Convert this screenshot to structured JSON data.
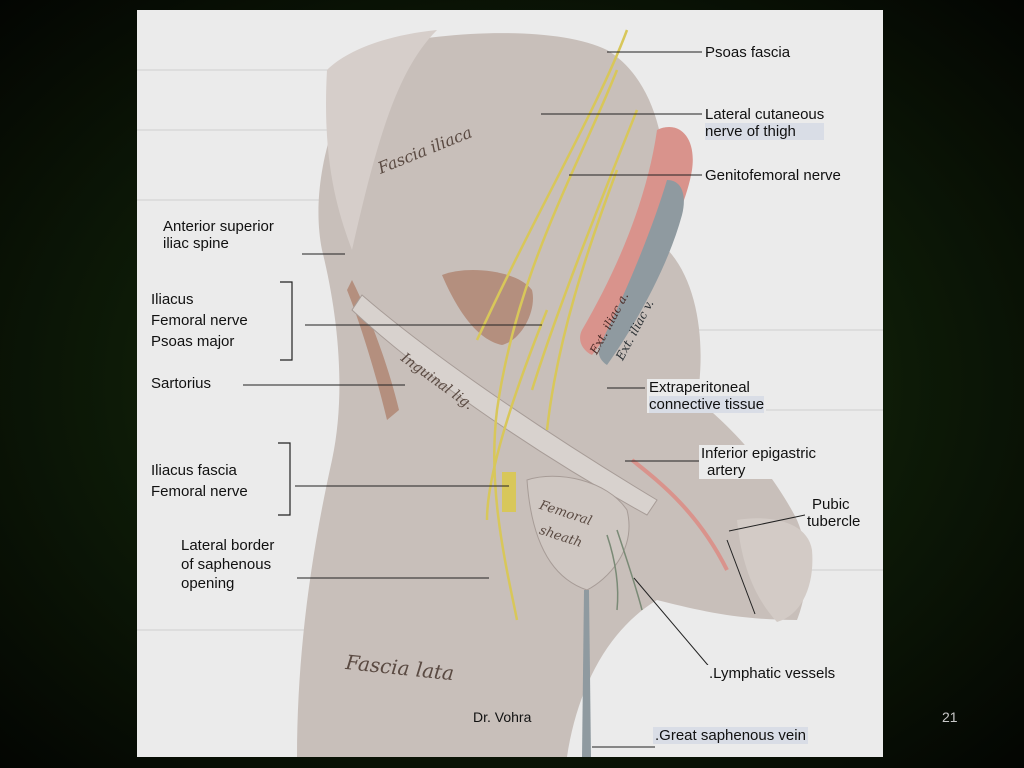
{
  "figure": {
    "labels_right": [
      {
        "id": "psoas-fascia",
        "lines": [
          "Psoas fascia"
        ]
      },
      {
        "id": "lateral-cutaneous-nerve",
        "lines": [
          "Lateral cutaneous",
          "nerve of thigh"
        ]
      },
      {
        "id": "genitofemoral-nerve",
        "lines": [
          "Genitofemoral nerve"
        ]
      },
      {
        "id": "extraperitoneal",
        "lines": [
          "Extraperitoneal",
          "connective tissue"
        ]
      },
      {
        "id": "inferior-epigastric",
        "lines": [
          "Inferior epigastric",
          "artery"
        ]
      },
      {
        "id": "pubic-tubercle",
        "lines": [
          "Pubic",
          "tubercle"
        ]
      },
      {
        "id": "lymphatic-vessels",
        "lines": [
          ".Lymphatic vessels"
        ]
      },
      {
        "id": "great-saphenous-vein",
        "lines": [
          ".Great saphenous vein"
        ]
      }
    ],
    "labels_left": [
      {
        "id": "asis",
        "lines": [
          "Anterior superior",
          "iliac spine"
        ]
      },
      {
        "id": "iliacus-group",
        "lines": [
          "Iliacus",
          "Femoral nerve",
          "Psoas major"
        ]
      },
      {
        "id": "sartorius",
        "lines": [
          "Sartorius"
        ]
      },
      {
        "id": "iliacus-fascia-group",
        "lines": [
          "Iliacus fascia",
          "Femoral nerve"
        ]
      },
      {
        "id": "saphenous-opening",
        "lines": [
          "Lateral border",
          "of saphenous",
          "opening"
        ]
      }
    ],
    "organ_labels": {
      "fascia_iliaca": "Fascia iliaca",
      "inguinal_lig": "Inguinal lig.",
      "femoral_sheath_1": "Femoral",
      "femoral_sheath_2": "sheath",
      "fascia_lata": "Fascia lata",
      "ext_iliac_a": "Ext. iliac a.",
      "ext_iliac_v": "Ext. iliac v."
    },
    "colors": {
      "tissue": "#c9c1bc",
      "tissue_dark": "#a79c97",
      "artery": "#d9938c",
      "vein": "#8f9aa0",
      "nerve": "#d8c75a",
      "muscle": "#b48f7e"
    }
  },
  "footer": {
    "author": "Dr. Vohra",
    "page_number": "21"
  }
}
